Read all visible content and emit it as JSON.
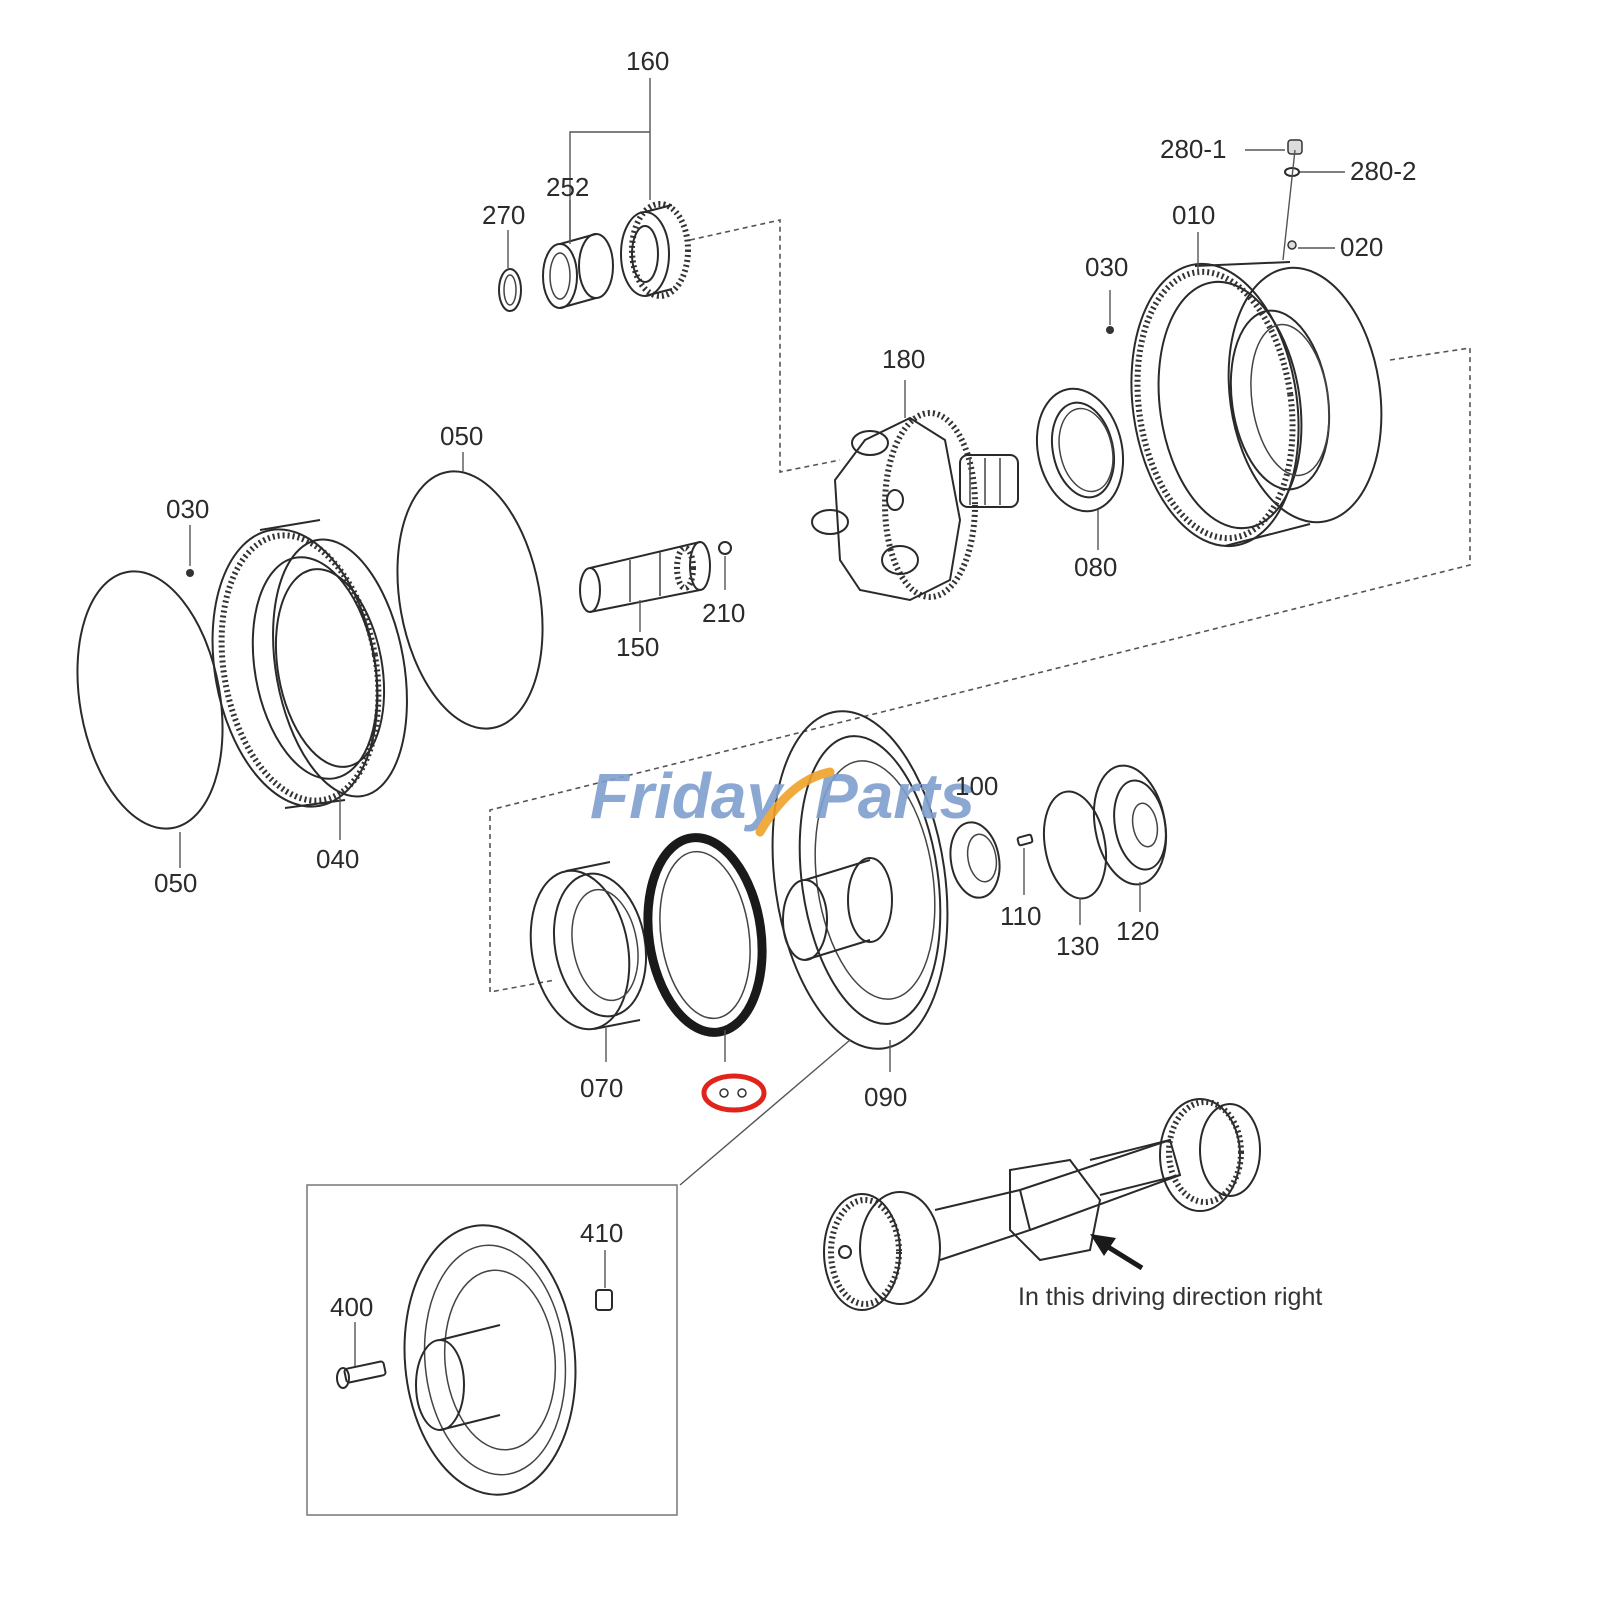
{
  "part_labels": {
    "p160": "160",
    "p252": "252",
    "p270": "270",
    "p280_1": "280-1",
    "p280_2": "280-2",
    "p010": "010",
    "p020": "020",
    "p030_top": "030",
    "p180": "180",
    "p080": "080",
    "p050_top": "050",
    "p030_left": "030",
    "p210": "210",
    "p150": "150",
    "p050_bottom": "050",
    "p040": "040",
    "p100": "100",
    "p110": "110",
    "p130": "130",
    "p120": "120",
    "p070": "070",
    "p090": "090",
    "p410": "410",
    "p400": "400"
  },
  "caption": "In this driving direction right",
  "watermark": {
    "text_1": "Friday",
    "text_2": "Parts",
    "color_primary": "#7f9fcf",
    "color_accent": "#f0a12a"
  },
  "highlight_color": "#e0241b"
}
